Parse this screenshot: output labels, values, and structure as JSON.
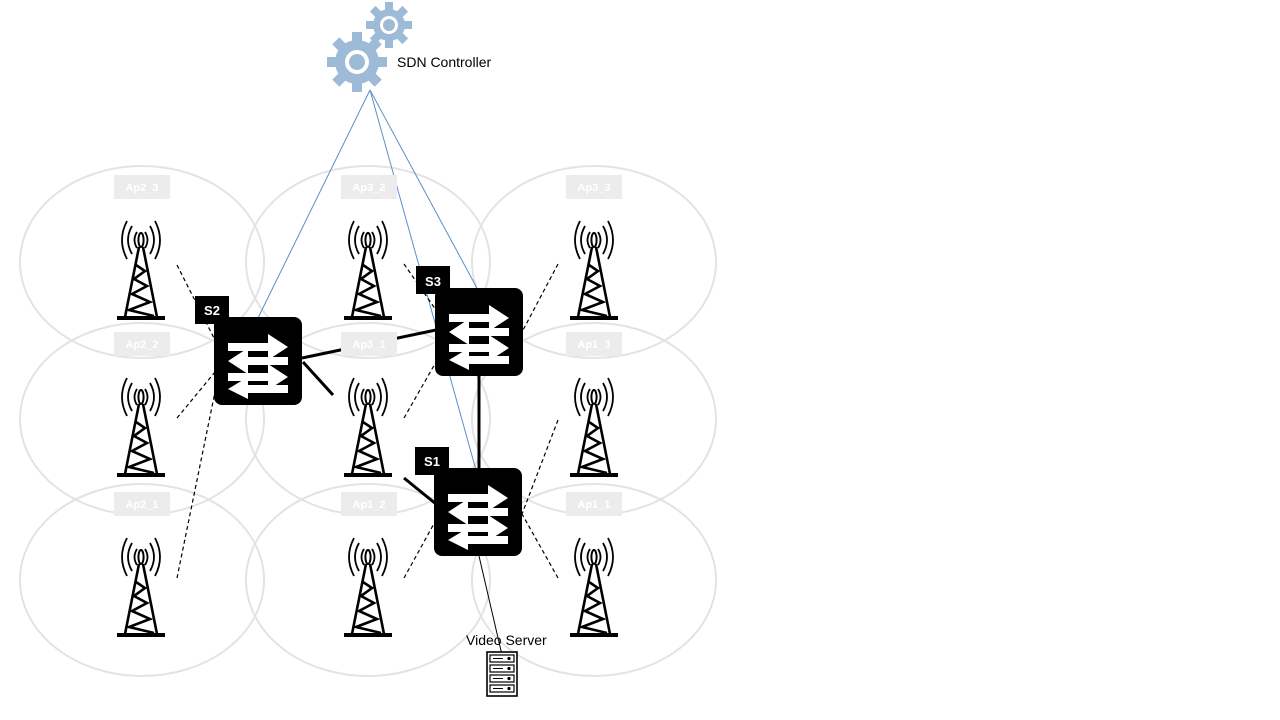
{
  "controller": {
    "label": "SDN Controller",
    "icon": "gear-icon",
    "color": "#9dbad6"
  },
  "server": {
    "label": "Video Server",
    "icon": "server-icon"
  },
  "switches": [
    {
      "id": "s2",
      "label": "S2"
    },
    {
      "id": "s3",
      "label": "S3"
    },
    {
      "id": "s1",
      "label": "S1"
    }
  ],
  "access_points": [
    {
      "id": "ap2_3",
      "label": "Ap2_3"
    },
    {
      "id": "ap3_2",
      "label": "Ap3_2"
    },
    {
      "id": "ap3_3",
      "label": "Ap3_3"
    },
    {
      "id": "ap2_2",
      "label": "Ap2_2"
    },
    {
      "id": "ap3_1",
      "label": "Ap3_1"
    },
    {
      "id": "ap1_3",
      "label": "Ap1_3"
    },
    {
      "id": "ap2_1",
      "label": "Ap2_1"
    },
    {
      "id": "ap1_2",
      "label": "Ap1_2"
    },
    {
      "id": "ap1_1",
      "label": "Ap1_1"
    }
  ],
  "colors": {
    "control_link": "#5b8fc7",
    "cell_outline": "#e3e3e3",
    "ap_label_bg": "#ececec",
    "ap_label_text": "#ffffff",
    "switch_fill": "#000000"
  }
}
